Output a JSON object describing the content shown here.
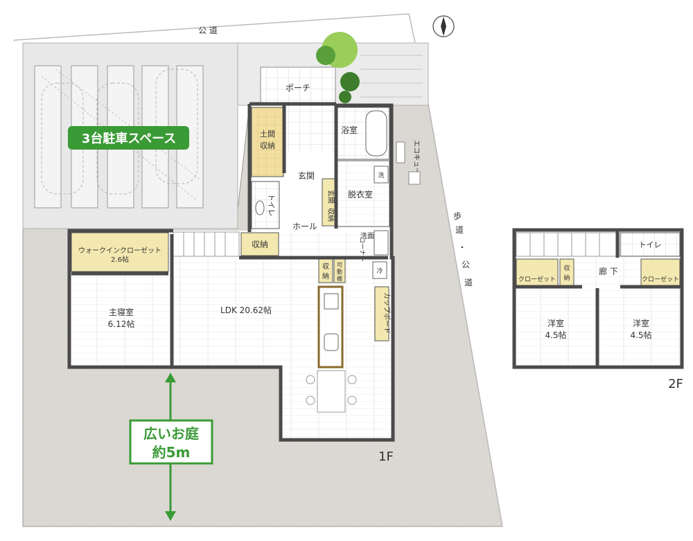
{
  "road_label": "公 道",
  "sidewalk_label": [
    "歩",
    "道",
    "・",
    "公",
    "道"
  ],
  "parking": {
    "banner": "3台駐車スペース"
  },
  "first_floor": {
    "floor_label": "1F",
    "rooms": {
      "porch": "ポーチ",
      "bath": "浴室",
      "dirt_storage": [
        "土間",
        "収納"
      ],
      "entrance": "玄関",
      "dressing": "脱衣室",
      "washer": "洗",
      "toilet": "トイレ",
      "entrance_storage": [
        "玄関",
        "収納"
      ],
      "hall": "ホール",
      "wash_corner": [
        "洗面",
        "コーナー"
      ],
      "storage_hall": "収納",
      "walk_in_closet": [
        "ウォークインクローゼット",
        "2.6帖"
      ],
      "storage_kitchen": [
        "収",
        "納"
      ],
      "movable_shelf": [
        "可",
        "動",
        "棚"
      ],
      "fridge": "冷",
      "cupboard": "カップボード",
      "master_bedroom": [
        "主寝室",
        "6.12帖"
      ],
      "ldk": "LDK 20.62帖"
    },
    "eco_cute": "エコキュート"
  },
  "garden": {
    "label_line1": "広いお庭",
    "label_line2": "約5m"
  },
  "second_floor": {
    "floor_label": "2F",
    "rooms": {
      "toilet": "トイレ",
      "corridor": "廊 下",
      "closet_left": "クローゼット",
      "storage": [
        "収",
        "納"
      ],
      "closet_right": "クローゼット",
      "room_left": [
        "洋室",
        "4.5帖"
      ],
      "room_right": [
        "洋室",
        "4.5帖"
      ]
    }
  },
  "colors": {
    "wall": "#4a4a4a",
    "yard": "#d9d6d0",
    "parking_floor": "#e9e9e9",
    "room_floor": "#ffffff",
    "storage_fill": "#f3e8b0",
    "tatami_fill": "#f2dfa0",
    "green_accent": "#3a9a36",
    "tree": "#5aa03a"
  }
}
